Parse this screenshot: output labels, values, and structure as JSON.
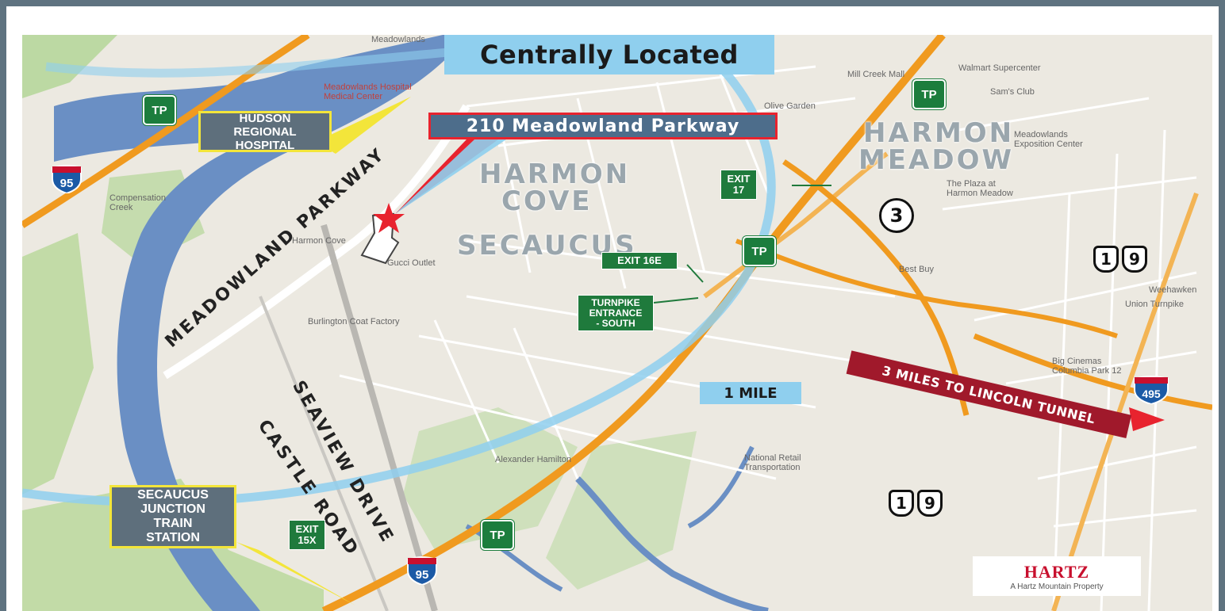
{
  "title": "Centrally Located",
  "address_label": "210 Meadowland Parkway",
  "callouts": {
    "hospital": [
      "HUDSON",
      "REGIONAL",
      "HOSPITAL"
    ],
    "train": [
      "SECAUCUS",
      "JUNCTION",
      "TRAIN",
      "STATION"
    ]
  },
  "areas": {
    "harmon_cove_1": "HARMON",
    "harmon_cove_2": "COVE",
    "secaucus": "SECAUCUS",
    "harmon_meadow_1": "HARMON",
    "harmon_meadow_2": "MEADOW"
  },
  "roads": {
    "meadowland": "MEADOWLAND PARKWAY",
    "seaview": "SEAVIEW DRIVE",
    "castle": "CASTLE ROAD"
  },
  "exits": {
    "exit17": [
      "EXIT",
      "17"
    ],
    "exit16e": [
      "EXIT 16E"
    ],
    "turnpike": [
      "TURNPIKE",
      "ENTRANCE",
      "- SOUTH"
    ],
    "exit15x": [
      "EXIT",
      "15X"
    ]
  },
  "radius_label": "1 MILE",
  "lincoln_label": "3 MILES TO LINCOLN TUNNEL",
  "shields": {
    "i95": "95",
    "i495": "495",
    "us1": "1",
    "us9": "9",
    "nj3": "3",
    "tp": "TP"
  },
  "brand": {
    "name": "HARTZ",
    "tagline": "A Hartz Mountain Property"
  },
  "places": {
    "meadowlands": "Meadowlands",
    "hospital_map": "Meadowlands Hospital Medical Center",
    "mill_creek": "Mill Creek Mall",
    "walmart": "Walmart Supercenter",
    "sams": "Sam's Club",
    "olive": "Olive Garden",
    "expo": "Meadowlands Exposition Center",
    "plaza": "The Plaza at Harmon Meadow",
    "bestbuy": "Best Buy",
    "burlington": "Burlington Coat Factory",
    "compensation": "Compensation Creek",
    "harmon_o": "Harmon Cove",
    "gucci": "Gucci Outlet",
    "bigcinemas": "Big Cinemas Columbia Park 12",
    "national": "National Retail Transportation",
    "alexander": "Alexander Hamilton",
    "weehawken": "Weehawken",
    "union": "Union Turnpike"
  },
  "colors": {
    "frame": "#5f7380",
    "water": "#6a8fc4",
    "highway": "#f09a1f",
    "callout_bg": "#5e6f7c",
    "callout_border": "#f3e53a",
    "exit_green": "#1f7a3c",
    "radius_blue": "#8fcfee",
    "lincoln_red": "#a0192b",
    "star": "#e8232e"
  }
}
